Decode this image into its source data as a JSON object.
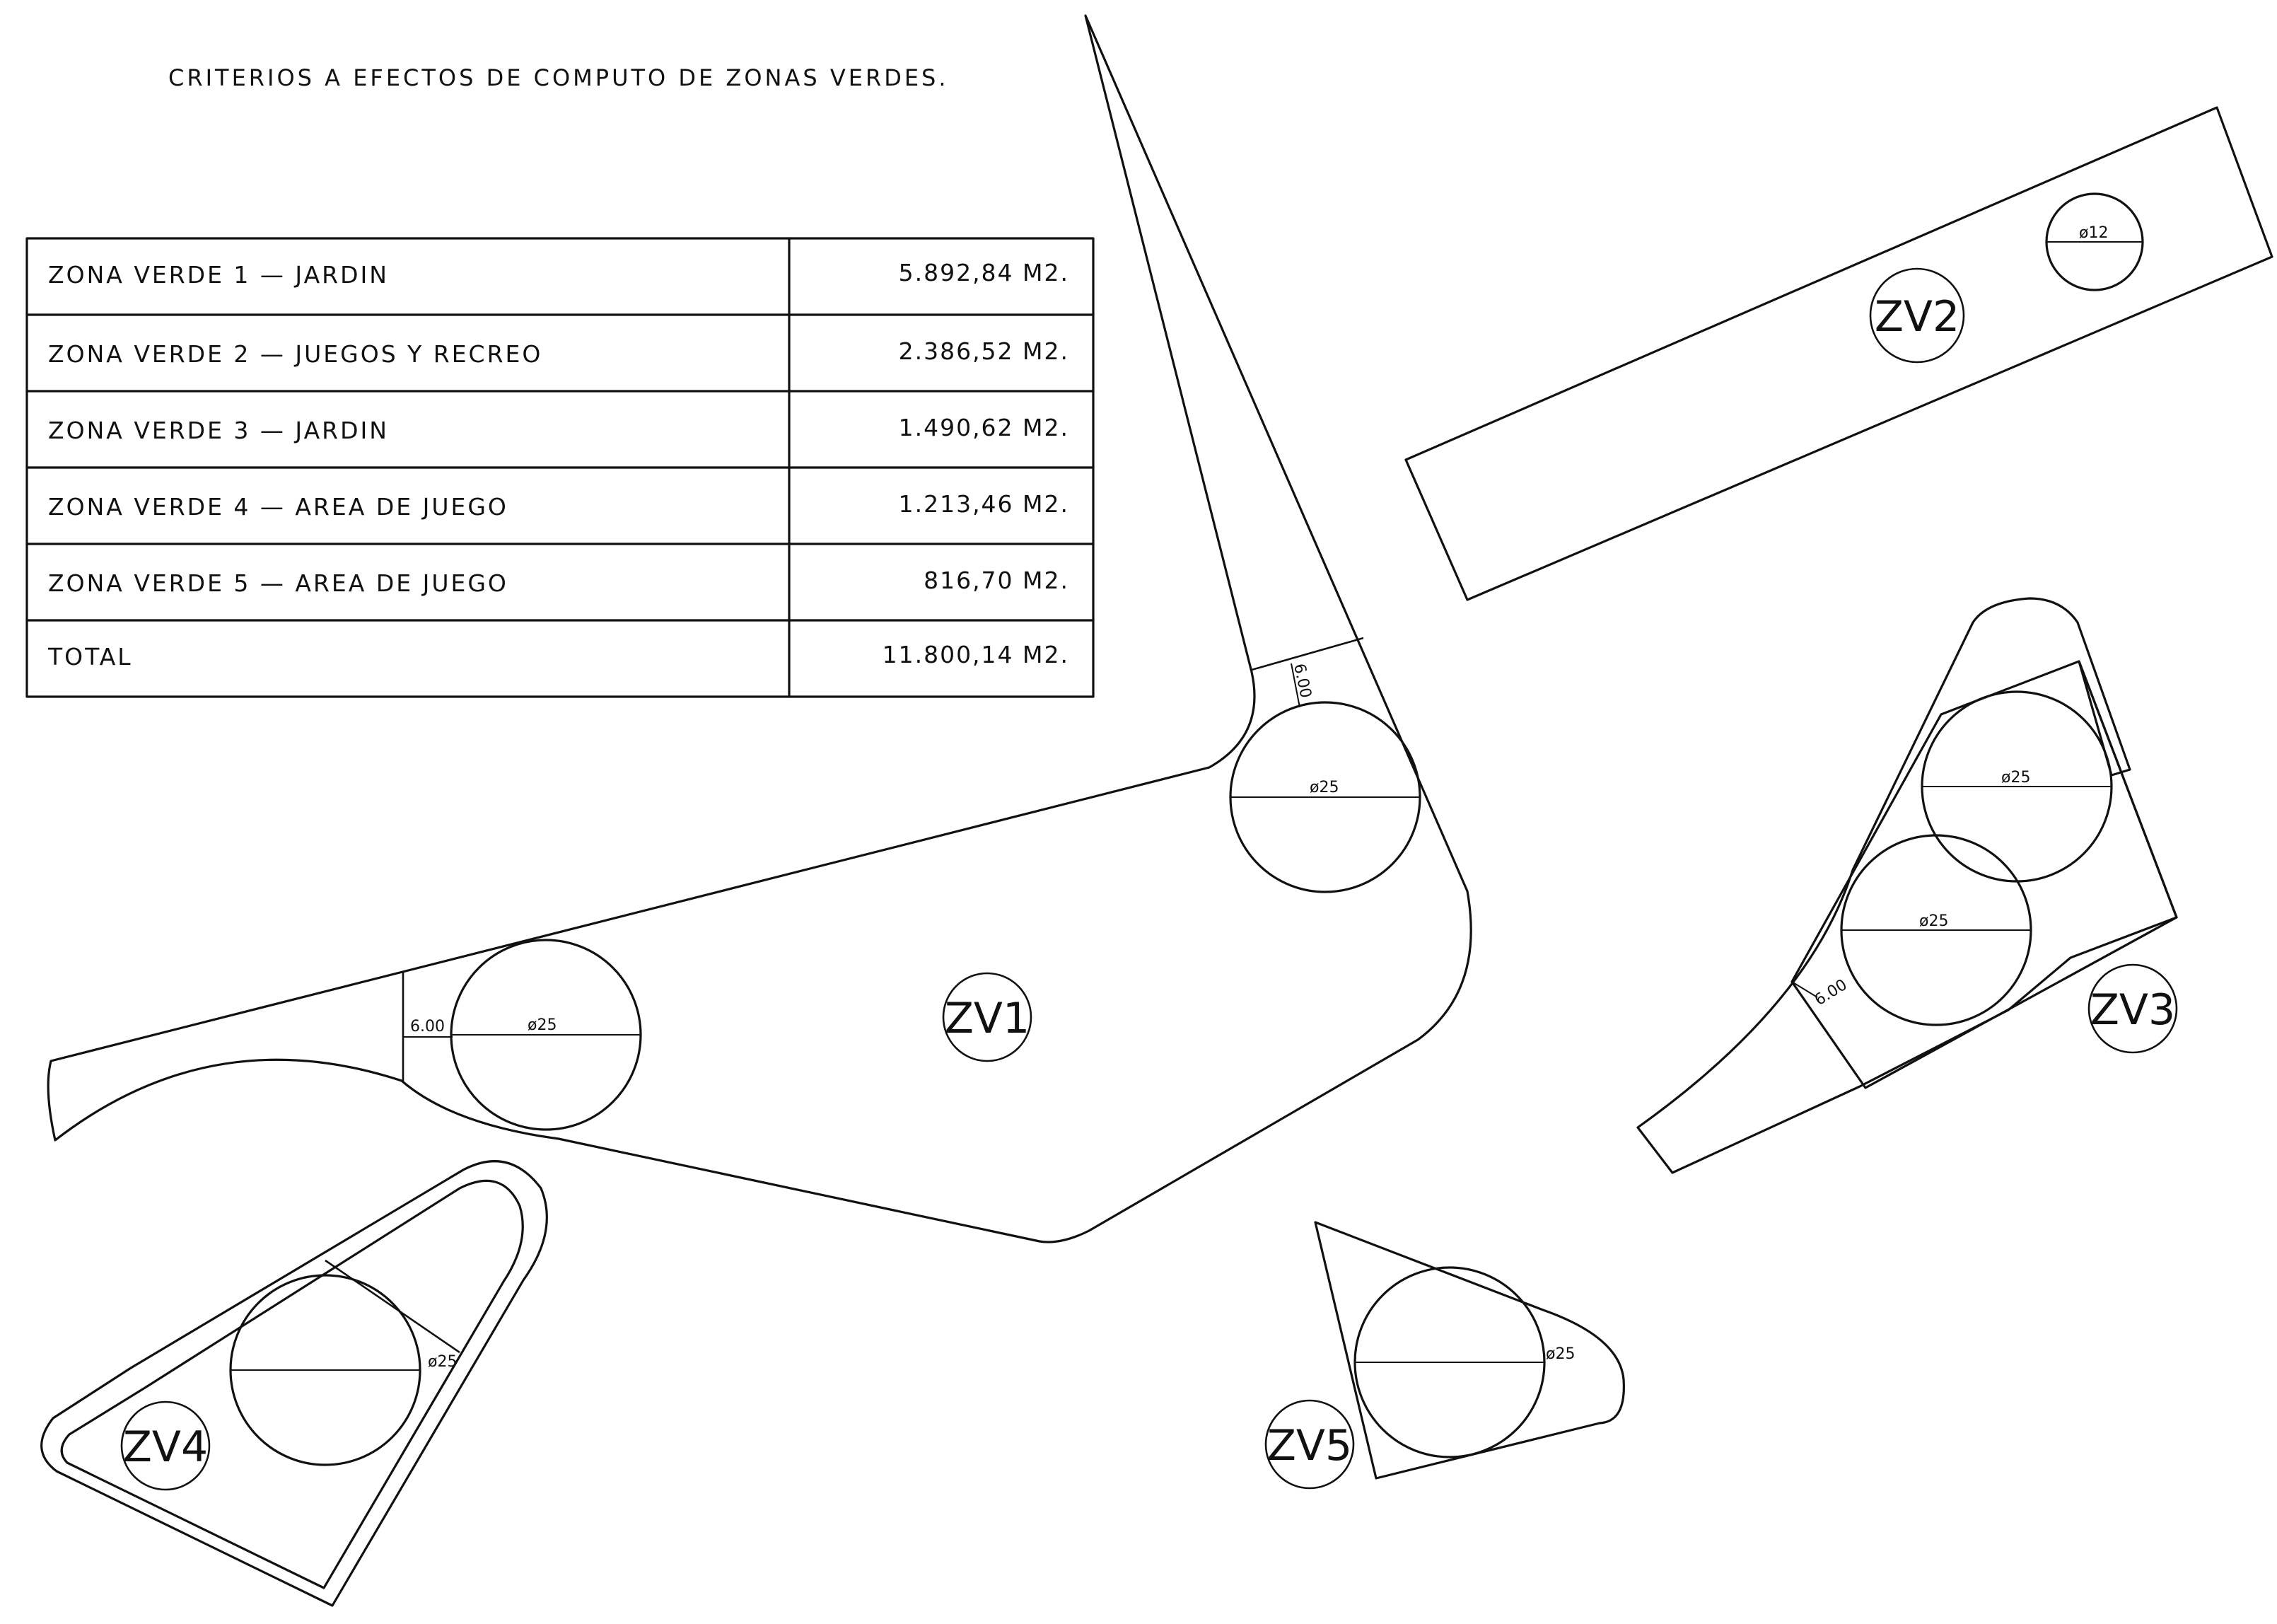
{
  "title": "CRITERIOS A EFECTOS DE COMPUTO DE ZONAS VERDES.",
  "table": {
    "rows": [
      {
        "label": "ZONA VERDE 1 — JARDIN",
        "value": "5.892,84 M2."
      },
      {
        "label": "ZONA VERDE 2 — JUEGOS Y RECREO",
        "value": "2.386,52 M2."
      },
      {
        "label": "ZONA VERDE 3 — JARDIN",
        "value": "1.490,62 M2."
      },
      {
        "label": "ZONA VERDE 4 — AREA DE JUEGO",
        "value": "1.213,46 M2."
      },
      {
        "label": "ZONA VERDE 5 — AREA DE JUEGO",
        "value": "816,70 M2."
      },
      {
        "label": "TOTAL",
        "value": "11.800,14 M2."
      }
    ]
  },
  "zones": {
    "zv1": "ZV1",
    "zv2": "ZV2",
    "zv3": "ZV3",
    "zv4": "ZV4",
    "zv5": "ZV5"
  },
  "dimensions": {
    "diameter_25": "ø25",
    "diameter_12": "ø12",
    "offset_6": "6.00"
  },
  "colors": {
    "ink": "#111111",
    "paper": "#ffffff"
  }
}
